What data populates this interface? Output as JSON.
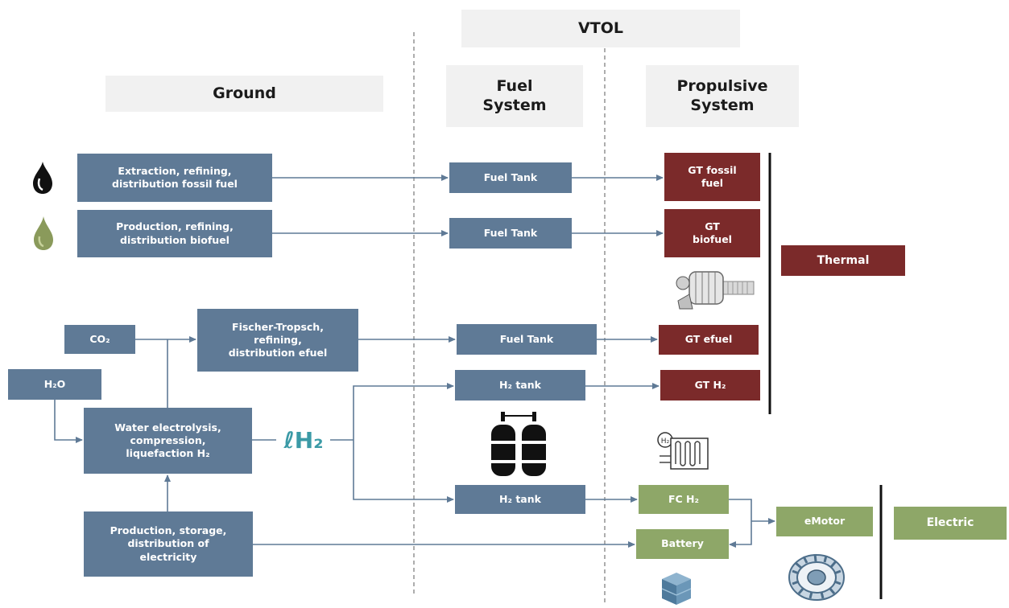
{
  "headers": {
    "vtol": "VTOL",
    "ground": "Ground",
    "fuel_system": "Fuel\nSystem",
    "propulsive_system": "Propulsive\nSystem"
  },
  "ground": {
    "fossil": "Extraction, refining,\ndistribution fossil fuel",
    "biofuel": "Production, refining,\ndistribution biofuel",
    "co2": "CO₂",
    "h2o": "H₂O",
    "fischer_tropsch": "Fischer-Tropsch,\nrefining,\ndistribution efuel",
    "electrolysis": "Water electrolysis,\ncompression,\nliquefaction H₂",
    "electricity": "Production, storage,\ndistribution of\nelectricity"
  },
  "fuel_system": {
    "tank_fossil": "Fuel Tank",
    "tank_bio": "Fuel Tank",
    "tank_efuel": "Fuel Tank",
    "h2_tank_1": "H₂ tank",
    "h2_tank_2": "H₂ tank"
  },
  "propulsive": {
    "gt_fossil": "GT fossil\nfuel",
    "gt_bio": "GT\nbiofuel",
    "gt_efuel": "GT efuel",
    "gt_h2": "GT H₂",
    "fc_h2": "FC H₂",
    "battery": "Battery",
    "emotor": "eMotor"
  },
  "categories": {
    "thermal": "Thermal",
    "electric": "Electric"
  },
  "icons": {
    "h2_logo_text": "ℓH₂"
  },
  "colors": {
    "ground_box": "#5f7a96",
    "thermal_box": "#7b2a2a",
    "electric_box": "#8ea768",
    "header_bg": "#f1f1f1",
    "arrow": "#5f7a96"
  }
}
